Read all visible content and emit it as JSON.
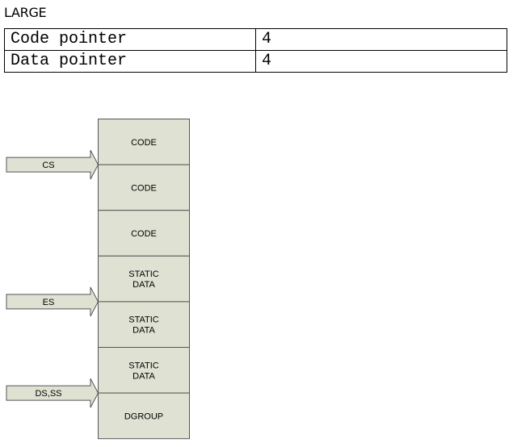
{
  "title": "LARGE",
  "pointer_table": {
    "rows": [
      {
        "label": "Code pointer",
        "value": "4"
      },
      {
        "label": "Data pointer",
        "value": "4"
      }
    ]
  },
  "memory_blocks": [
    {
      "lines": [
        "CODE"
      ]
    },
    {
      "lines": [
        "CODE"
      ]
    },
    {
      "lines": [
        "CODE"
      ]
    },
    {
      "lines": [
        "STATIC",
        "DATA"
      ]
    },
    {
      "lines": [
        "STATIC",
        "DATA"
      ]
    },
    {
      "lines": [
        "STATIC",
        "DATA"
      ]
    },
    {
      "lines": [
        "DGROUP"
      ]
    }
  ],
  "segment_registers": [
    {
      "label": "CS",
      "points_to_block": 1
    },
    {
      "label": "ES",
      "points_to_block": 4
    },
    {
      "label": "DS,SS",
      "points_to_block": 6
    }
  ],
  "colors": {
    "block_fill": "#dfe2d2",
    "arrow_fill": "#dfe2d2",
    "stroke": "#555555"
  }
}
